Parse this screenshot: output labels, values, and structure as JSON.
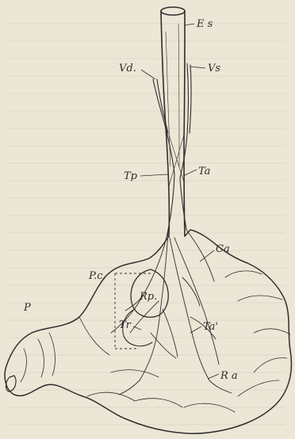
{
  "figure": {
    "labels": {
      "es": "E s",
      "vd": "Vd.",
      "vs": "Vs",
      "tp": "Tp",
      "ta": "Ta",
      "ca": "Ca",
      "pc": "P.c.",
      "rp": "Rp.",
      "tr": "Tr",
      "ta_prime": "Ta'",
      "ra": "R a",
      "p": "P"
    }
  },
  "colors": {
    "paper": "#ece6d6",
    "ink": "#2e2e2e"
  }
}
